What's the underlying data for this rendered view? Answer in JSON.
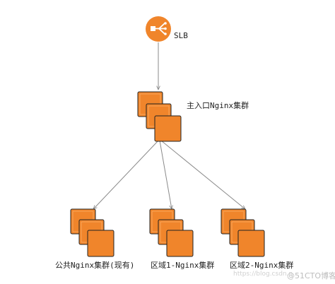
{
  "colors": {
    "node_fill": "#f0852b",
    "node_stroke": "#222222",
    "node_highlight": "#f7a55a",
    "slb_circle": "#f0852b",
    "connector": "#8a8a8a",
    "watermark": "#c8c8c8"
  },
  "nodes": {
    "slb": {
      "label": "SLB",
      "icon": "load-balancer-icon"
    },
    "main_entry": {
      "label": "主入口Nginx集群",
      "icon": "server-cluster-icon"
    },
    "public": {
      "label": "公共Nginx集群(现有)",
      "icon": "server-cluster-icon"
    },
    "region1": {
      "label": "区域1-Nginx集群",
      "icon": "server-cluster-icon"
    },
    "region2": {
      "label": "区域2-Nginx集群",
      "icon": "server-cluster-icon"
    }
  },
  "edges": [
    {
      "from": "slb",
      "to": "main_entry"
    },
    {
      "from": "main_entry",
      "to": "public"
    },
    {
      "from": "main_entry",
      "to": "region1"
    },
    {
      "from": "main_entry",
      "to": "region2"
    }
  ],
  "watermark": {
    "left_text": "https://blog.csdn.n",
    "right_text": "@51CTO博客"
  }
}
